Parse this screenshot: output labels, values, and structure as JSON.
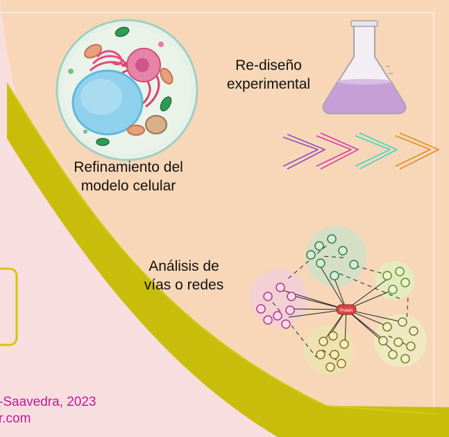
{
  "labels": {
    "refinamiento": "Refinamiento del\nmodelo celular",
    "rediseno": "Re-diseño\nexperimental",
    "analisis": "Análisis de\nvías o redes"
  },
  "network": {
    "hub_label": "Protein"
  },
  "credits": {
    "line1": "-Saavedra, 2023",
    "line2": "r.com"
  },
  "colors": {
    "background": "#f8dede",
    "panel": "#f7d7b8",
    "arc_border": "#c9bd0c",
    "credit_text": "#c2189a",
    "arrow_purple": "#8d4dbb",
    "arrow_magenta": "#d63aa6",
    "arrow_teal": "#3fd7c2",
    "arrow_orange": "#e38c20",
    "hub": "#d84545"
  }
}
